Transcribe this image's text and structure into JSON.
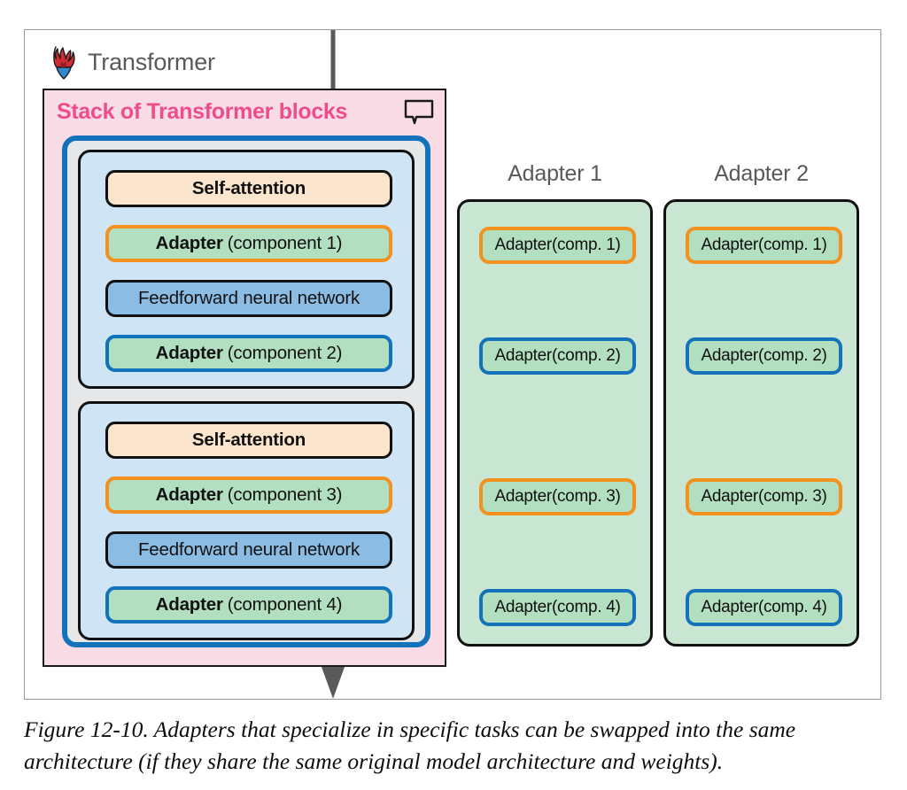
{
  "figure": {
    "caption": "Figure 12-10. Adapters that specialize in specific tasks can be swapped into the same architecture (if they share the same original model architecture and weights)."
  },
  "transformer": {
    "logo_icon": "huggingface-flame-icon",
    "label": "Transformer",
    "stack_title": "Stack of Transformer blocks",
    "callout_icon": "speech-bubble-icon",
    "flow_arrow_icon": "down-arrow",
    "blocks": [
      {
        "name": "transformer-block-1",
        "layers": [
          {
            "type": "attention",
            "bold": "Self-attention",
            "rest": ""
          },
          {
            "type": "adapter-orange",
            "bold": "Adapter",
            "rest": "(component 1)"
          },
          {
            "type": "ffn",
            "bold": "",
            "rest": "Feedforward neural network"
          },
          {
            "type": "adapter-blue",
            "bold": "Adapter",
            "rest": "(component 2)"
          }
        ]
      },
      {
        "name": "transformer-block-2",
        "layers": [
          {
            "type": "attention",
            "bold": "Self-attention",
            "rest": ""
          },
          {
            "type": "adapter-orange",
            "bold": "Adapter",
            "rest": "(component 3)"
          },
          {
            "type": "ffn",
            "bold": "",
            "rest": "Feedforward neural network"
          },
          {
            "type": "adapter-blue",
            "bold": "Adapter",
            "rest": "(component 4)"
          }
        ]
      }
    ]
  },
  "adapter_panels": [
    {
      "title": "Adapter 1",
      "items": [
        {
          "bold": "Adapter",
          "rest": "(comp. 1)",
          "accent": "orange"
        },
        {
          "bold": "Adapter",
          "rest": "(comp. 2)",
          "accent": "blue"
        },
        {
          "bold": "Adapter",
          "rest": "(comp. 3)",
          "accent": "orange"
        },
        {
          "bold": "Adapter",
          "rest": "(comp. 4)",
          "accent": "blue"
        }
      ]
    },
    {
      "title": "Adapter 2",
      "items": [
        {
          "bold": "Adapter",
          "rest": "(comp. 1)",
          "accent": "orange"
        },
        {
          "bold": "Adapter",
          "rest": "(comp. 2)",
          "accent": "blue"
        },
        {
          "bold": "Adapter",
          "rest": "(comp. 3)",
          "accent": "orange"
        },
        {
          "bold": "Adapter",
          "rest": "(comp. 4)",
          "accent": "blue"
        }
      ]
    }
  ],
  "colors": {
    "pink_fill": "#fadce6",
    "pink_title": "#ef4d8a",
    "blue_accent": "#1273bb",
    "orange_accent": "#f2911d",
    "attention_fill": "#fbe6cd",
    "ffn_fill": "#8bbde4",
    "adapter_fill": "#b2dfc0",
    "panel_fill": "#c9e6d3",
    "block_fill": "#cfe4f5",
    "gray_text": "#595959",
    "arrow": "#595959"
  }
}
